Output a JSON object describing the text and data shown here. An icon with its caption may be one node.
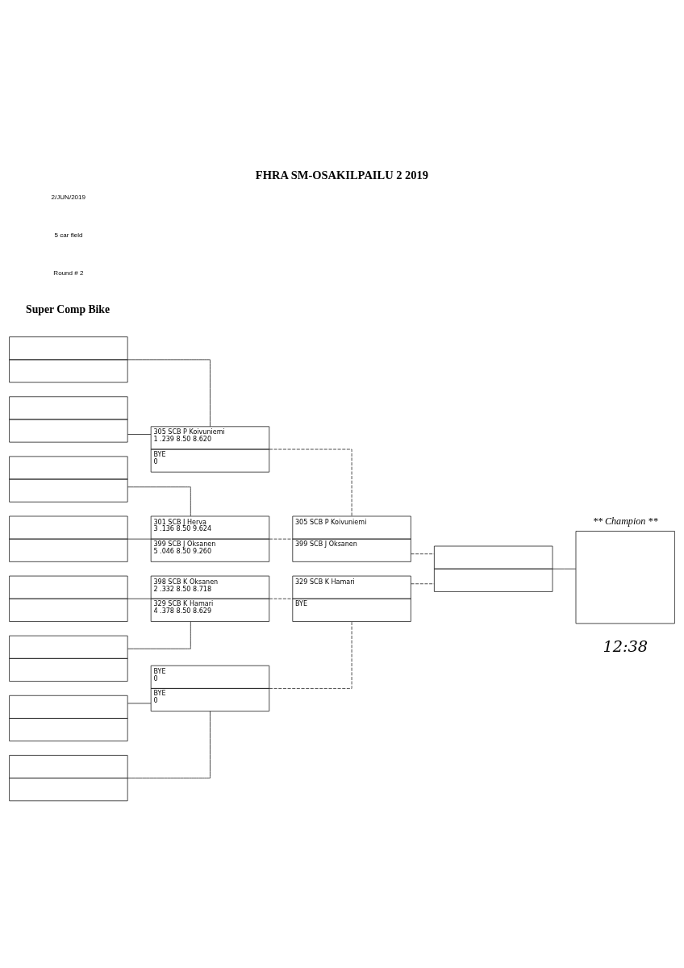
{
  "diagram": {
    "title": "FHRA SM-OSAKILPAILU 2 2019",
    "nodes": [
      {
        "text": [],
        "shape": "box"
      },
      {
        "text": [],
        "shape": "box"
      },
      {
        "text": [],
        "shape": "box"
      },
      {
        "text": [],
        "shape": "box"
      },
      {
        "text": [],
        "shape": "box"
      },
      {
        "text": [],
        "shape": "box"
      },
      {
        "text": [],
        "shape": "box"
      },
      {
        "text": [],
        "shape": "box"
      },
      {
        "text": [
          "305 SCB P Koivuniemi",
          "1 .239 8.50 8.620",
          "BYE",
          "0"
        ]
      },
      {
        "text": [
          "301 SCB J Herva",
          "3 .136 8.50 9.624",
          "399 SCB J Oksanen",
          "5 .046 8.50 9.260"
        ]
      },
      {
        "text": [
          "398 SCB K Oksanen",
          "2 .332 8.50 8.718",
          "329 SCB K Hamari",
          "4 .378 8.50 8.629"
        ]
      },
      {
        "text": [
          "BYE",
          "0",
          "BYE",
          "0"
        ]
      },
      {
        "text": [
          "305 SCB P Koivuniemi",
          "399 SCB J Oksanen"
        ]
      },
      {
        "text": [
          "329 SCB K Hamari",
          "BYE"
        ]
      },
      {
        "text": [],
        "shape": "box"
      },
      {
        "text": [
          "** Champion **"
        ]
      }
    ],
    "edges": [
      {
        "from": 0,
        "to": 8,
        "arrow": "none"
      },
      {
        "from": 1,
        "to": 8,
        "arrow": "none"
      },
      {
        "from": 2,
        "to": 9,
        "arrow": "none"
      },
      {
        "from": 3,
        "to": 9,
        "arrow": "none"
      },
      {
        "from": 4,
        "to": 10,
        "arrow": "none"
      },
      {
        "from": 5,
        "to": 10,
        "arrow": "none"
      },
      {
        "from": 6,
        "to": 11,
        "arrow": "none"
      },
      {
        "from": 7,
        "to": 11,
        "arrow": "none"
      },
      {
        "from": 8,
        "to": 12,
        "arrow": "none",
        "style": "dashed"
      },
      {
        "from": 9,
        "to": 12,
        "arrow": "none",
        "style": "dashed"
      },
      {
        "from": 10,
        "to": 13,
        "arrow": "none",
        "style": "dashed"
      },
      {
        "from": 11,
        "to": 13,
        "arrow": "none",
        "style": "dashed"
      },
      {
        "from": 12,
        "to": 14,
        "arrow": "none",
        "style": "dashed"
      },
      {
        "from": 13,
        "to": 14,
        "arrow": "none",
        "style": "dashed"
      },
      {
        "from": 14,
        "to": 15,
        "arrow": "none"
      }
    ],
    "labels": [
      "2/JUN/2019",
      "5 car field",
      "Round # 2",
      "Super Comp Bike",
      "12:38"
    ]
  }
}
